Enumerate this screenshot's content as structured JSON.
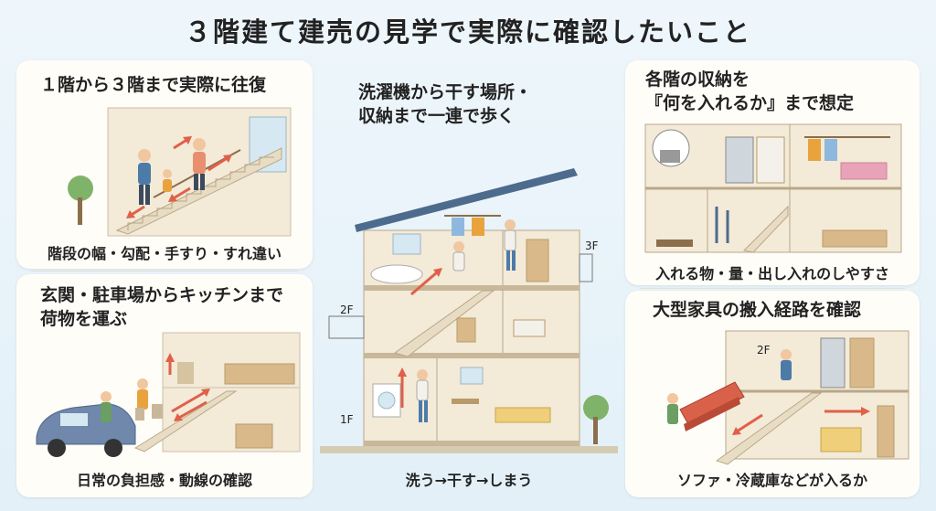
{
  "title": "３階建て建売の見学で実際に確認したいこと",
  "left_top": {
    "heading": "１階から３階まで実際に往復",
    "caption": "階段の幅・勾配・手すり・すれ違い"
  },
  "left_bottom": {
    "heading_line1": "玄関・駐車場からキッチンまで",
    "heading_line2": "荷物を運ぶ",
    "caption": "日常の負担感・動線の確認"
  },
  "center": {
    "heading_line1": "洗濯機から干す場所・",
    "heading_line2": "収納まで一連で歩く",
    "floor_3f": "3F",
    "floor_2f": "2F",
    "floor_1f": "1F",
    "caption": "洗う→干す→しまう"
  },
  "right_top": {
    "heading_line1": "各階の収納を",
    "heading_line2": "『何を入れるか』まで想定",
    "caption": "入れる物・量・出し入れのしやすさ"
  },
  "right_bottom": {
    "heading": "大型家具の搬入経路を確認",
    "floor_2f": "2F",
    "caption": "ソファ・冷蔵庫などが入るか"
  },
  "colors": {
    "arrow": "#e0604a",
    "roof": "#4d6b8c",
    "wall": "#f3ead8",
    "floor": "#c9b79a"
  }
}
